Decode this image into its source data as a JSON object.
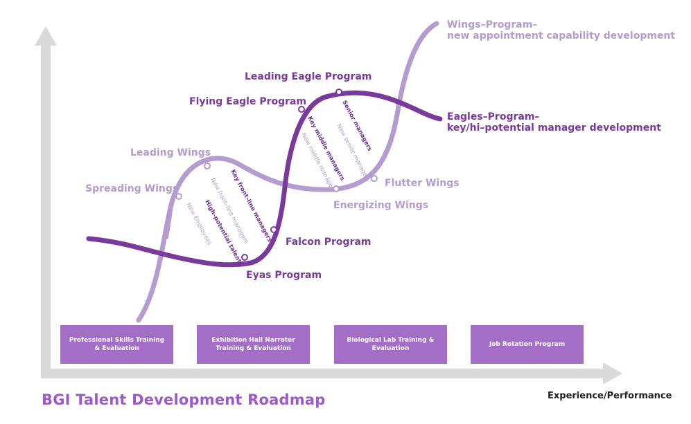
{
  "title": "BGI Talent Development Roadmap",
  "x_axis_label": "Experience/Performance",
  "colors": {
    "wings_strand": "#b49bd0",
    "eagles_strand": "#7a3a9c",
    "box_fill": "#a36fc6",
    "axis": "#d9d9d9",
    "title": "#9b59c9"
  },
  "tracks": {
    "wings": {
      "line1": "Wings–Program–",
      "line2": "new appointment capability development"
    },
    "eagles": {
      "line1": "Eagles–Program–",
      "line2": "key/hi–potential manager development"
    }
  },
  "programs": {
    "leading_eagle": "Leading Eagle Program",
    "flying_eagle": "Flying Eagle Program",
    "leading_wings": "Leading Wings",
    "spreading_wings": "Spreading Wings",
    "flutter_wings": "Flutter Wings",
    "energizing_wings": "Energizing Wings",
    "falcon": "Falcon Program",
    "eyas": "Eyas Program"
  },
  "rung_labels": {
    "senior_managers": "Senior managers",
    "new_senior_managers": "New senior managers",
    "key_middle_managers": "Key middle managers",
    "new_middle_managers": "New middle managers",
    "key_front_line_managers": "Key front–line managers",
    "new_front_line_managers": "New front–line managers",
    "high_potential_talents": "High–potential talents",
    "new_employees": "New Employees"
  },
  "boxes": [
    "Professional Skills Training & Evaluation",
    "Exhibition Hall Narrator Training & Evaluation",
    "Biological Lab Training & Evaluation",
    "Job Rotation Program"
  ]
}
